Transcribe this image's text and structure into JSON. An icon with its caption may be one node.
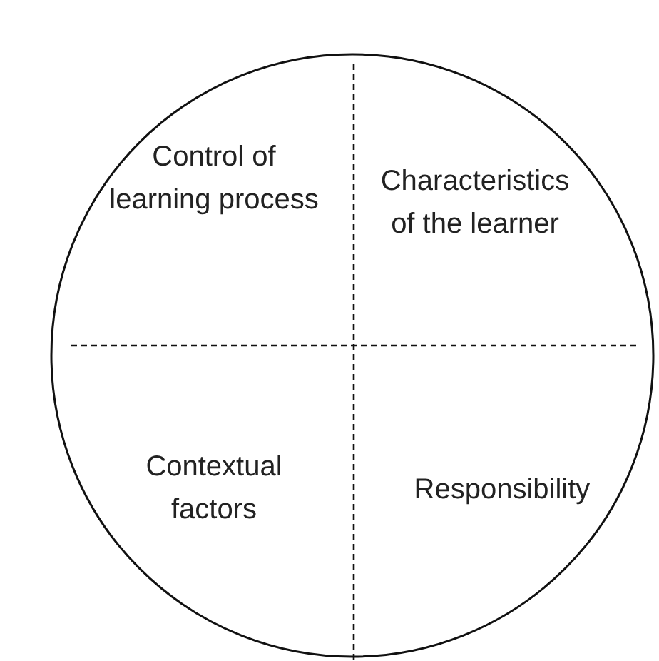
{
  "diagram": {
    "nodes": [
      {
        "text": [
          "Control of learning process",
          "Characteristics of the learner",
          "Contextual factors",
          "Responsibility"
        ]
      }
    ]
  }
}
